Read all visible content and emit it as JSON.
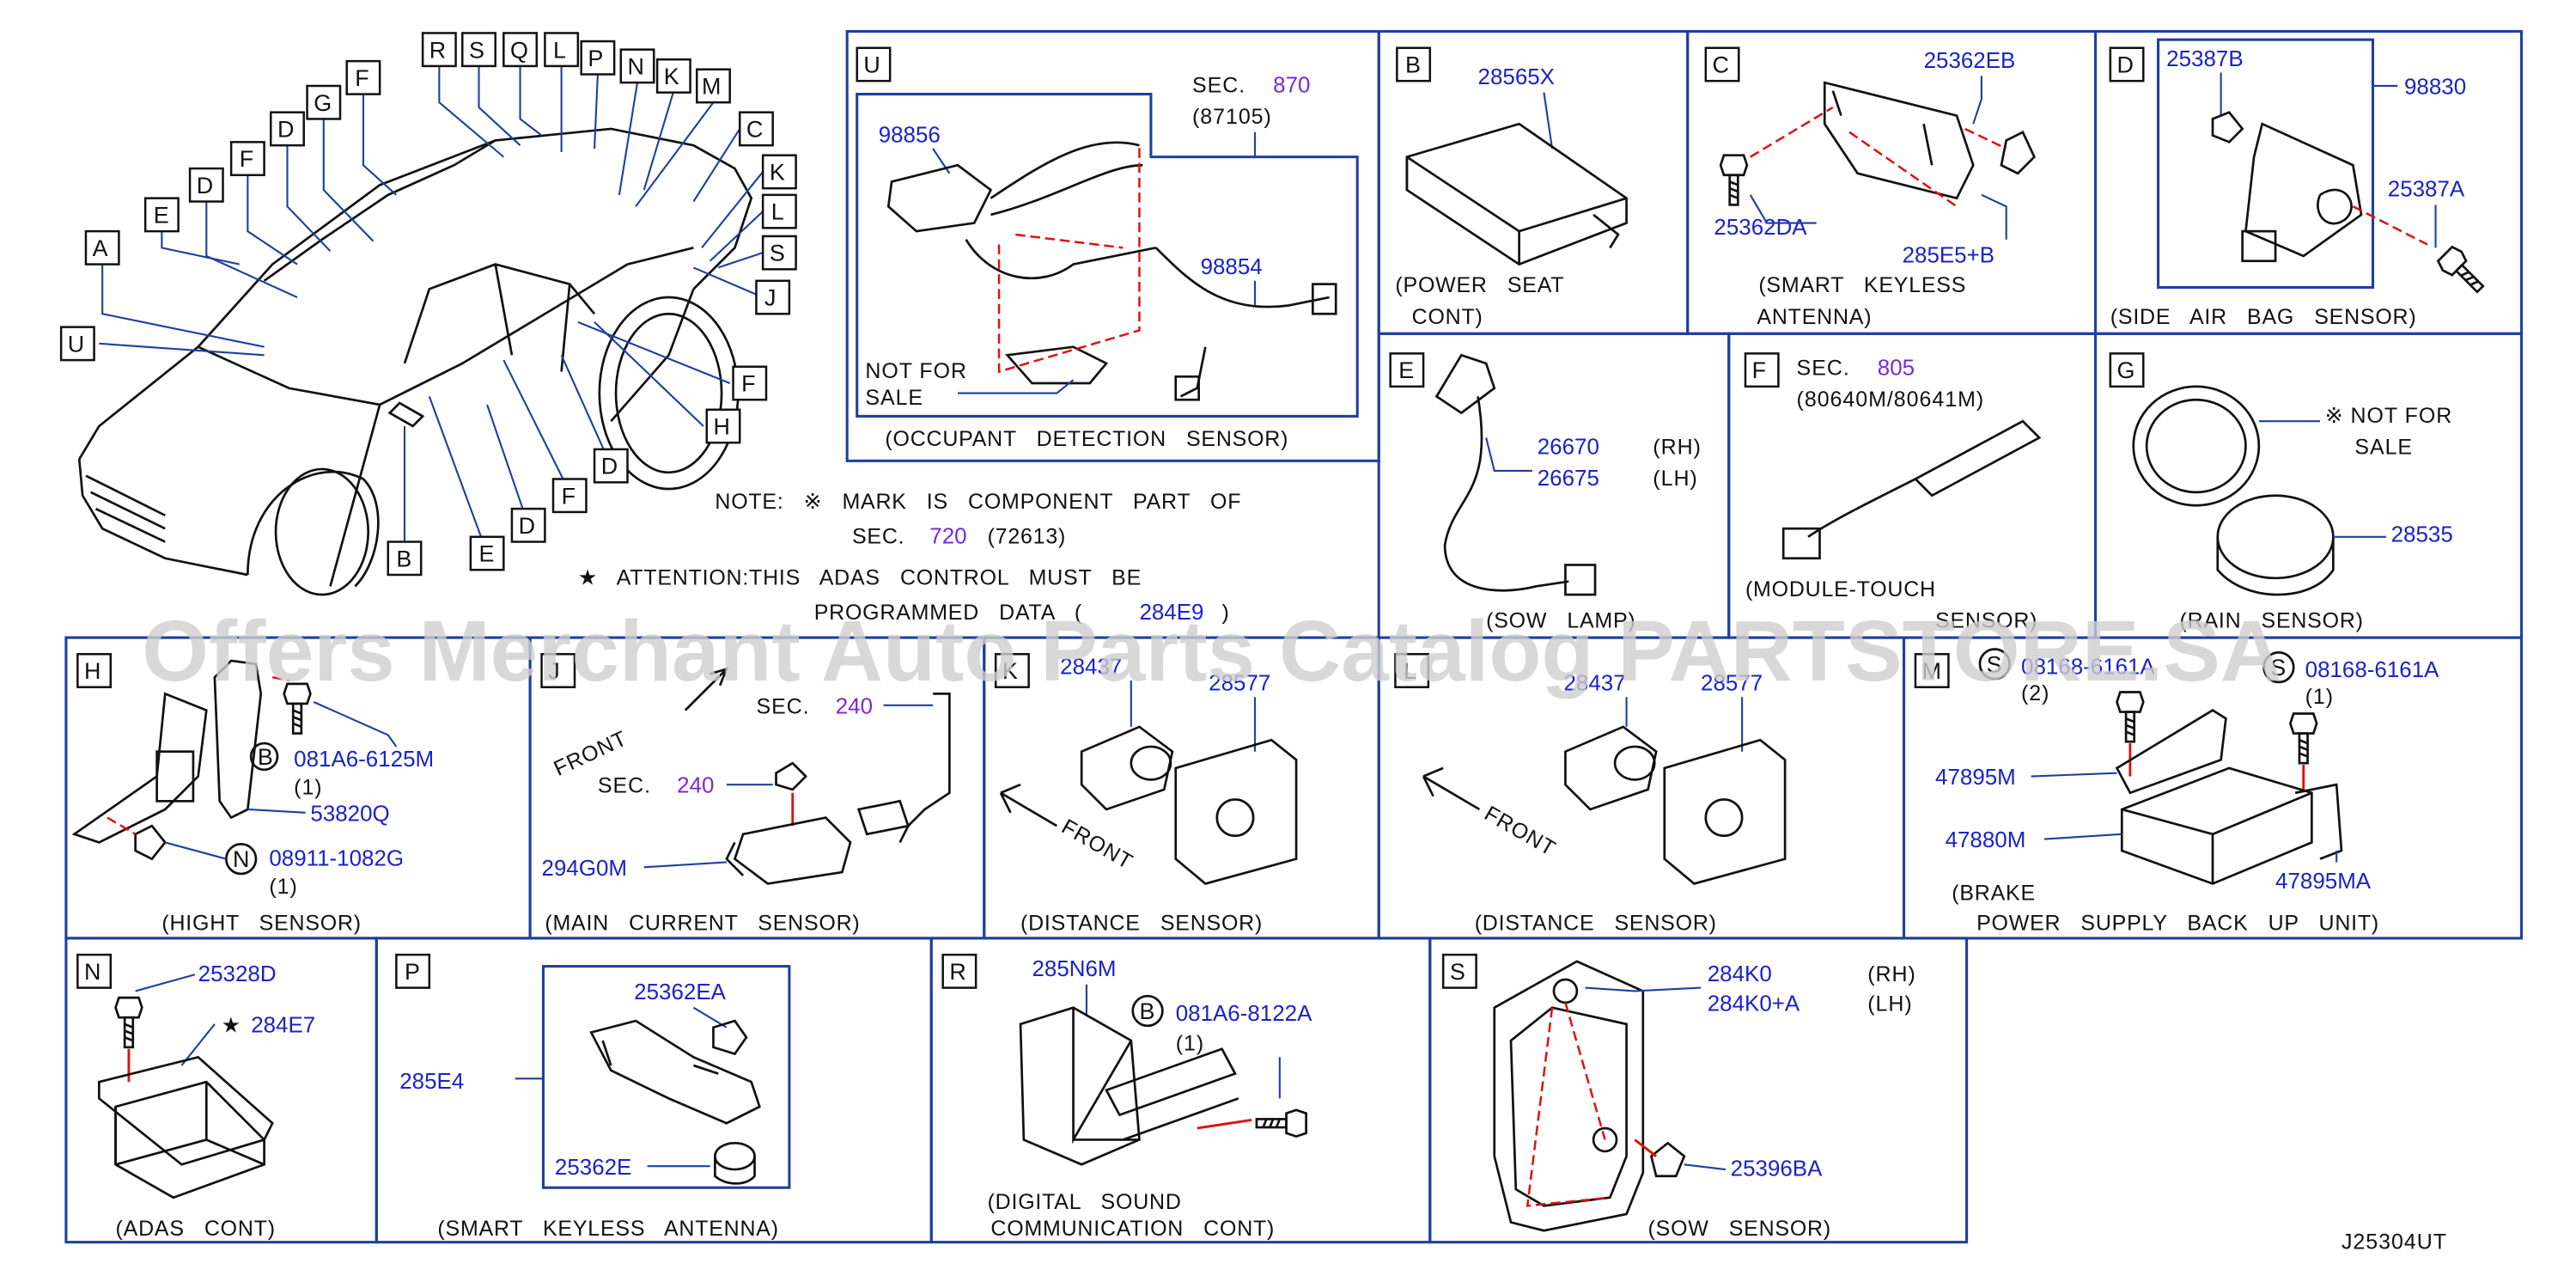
{
  "diagram_code": "J25304UT",
  "watermark": "Offers Merchant Auto Parts Catalog PARTSTORE.SA",
  "note": {
    "line1": "NOTE: ※ MARK IS COMPONENT PART OF",
    "sec_prefix": "SEC.",
    "sec_num": "720",
    "sec_ref": "(72613)",
    "attention1": "★ ATTENTION:THIS ADAS CONTROL MUST BE",
    "attention2_prefix": "PROGRAMMED DATA (",
    "attention2_part": "284E9",
    "attention2_suffix": ")"
  },
  "car_callouts": [
    "R",
    "S",
    "Q",
    "L",
    "P",
    "N",
    "K",
    "M",
    "F",
    "G",
    "D",
    "F",
    "D",
    "E",
    "A",
    "U",
    "C",
    "K",
    "L",
    "S",
    "J",
    "F",
    "H",
    "D",
    "F",
    "D",
    "E",
    "B"
  ],
  "panels": {
    "U": {
      "letter": "U",
      "title": "(OCCUPANT DETECTION SENSOR)",
      "sec_prefix": "SEC.",
      "sec_num": "870",
      "sec_ref": "(87105)",
      "parts": [
        "98856",
        "98854"
      ],
      "not_for_sale_1": "NOT FOR",
      "not_for_sale_2": "SALE"
    },
    "B": {
      "letter": "B",
      "title_1": "(POWER SEAT",
      "title_2": "CONT)",
      "parts": [
        "28565X"
      ]
    },
    "C": {
      "letter": "C",
      "title_1": "(SMART KEYLESS",
      "title_2": "ANTENNA)",
      "parts": [
        "25362EB",
        "25362DA",
        "285E5+B"
      ]
    },
    "D": {
      "letter": "D",
      "title": "(SIDE AIR BAG SENSOR)",
      "parts": [
        "25387B",
        "98830",
        "25387A"
      ]
    },
    "E": {
      "letter": "E",
      "title": "(SOW LAMP)",
      "parts": [
        "26670",
        "26675"
      ],
      "sides": [
        "(RH)",
        "(LH)"
      ]
    },
    "F": {
      "letter": "F",
      "title_1": "(MODULE-TOUCH",
      "title_2": "SENSOR)",
      "sec_prefix": "SEC.",
      "sec_num": "805",
      "sec_ref": "(80640M/80641M)"
    },
    "G": {
      "letter": "G",
      "title": "(RAIN SENSOR)",
      "not_for_sale_1": "※ NOT FOR",
      "not_for_sale_2": "SALE",
      "parts": [
        "28535"
      ]
    },
    "H": {
      "letter": "H",
      "title": "(HIGHT SENSOR)",
      "bolt_mark": "B",
      "bolt": "081A6-6125M",
      "bolt_qty": "(1)",
      "nut_mark": "N",
      "nut": "08911-1082G",
      "nut_qty": "(1)",
      "parts": [
        "53820Q"
      ]
    },
    "J": {
      "letter": "J",
      "title": "(MAIN CURRENT SENSOR)",
      "front": "FRONT",
      "sec_prefix": "SEC.",
      "sec_num_1": "240",
      "sec_num_2": "240",
      "parts": [
        "294G0M"
      ]
    },
    "K": {
      "letter": "K",
      "title": "(DISTANCE SENSOR)",
      "front": "FRONT",
      "parts": [
        "28437",
        "28577"
      ]
    },
    "L": {
      "letter": "L",
      "title": "(DISTANCE SENSOR)",
      "front": "FRONT",
      "parts": [
        "28437",
        "28577"
      ]
    },
    "M": {
      "letter": "M",
      "title_1": "(BRAKE",
      "title_2": "POWER SUPPLY BACK UP UNIT)",
      "screw1_mark": "S",
      "screw1": "08168-6161A",
      "screw1_qty": "(2)",
      "screw2_mark": "S",
      "screw2": "08168-6161A",
      "screw2_qty": "(1)",
      "parts": [
        "47895M",
        "47880M",
        "47895MA"
      ]
    },
    "N": {
      "letter": "N",
      "title": "(ADAS CONT)",
      "parts": [
        "25328D",
        "284E7"
      ],
      "star": "★"
    },
    "P": {
      "letter": "P",
      "title": "(SMART KEYLESS ANTENNA)",
      "parts": [
        "25362EA",
        "285E4",
        "25362E"
      ]
    },
    "R": {
      "letter": "R",
      "title_1": "(DIGITAL SOUND",
      "title_2": "COMMUNICATION CONT)",
      "bolt_mark": "B",
      "bolt": "081A6-8122A",
      "bolt_qty": "(1)",
      "parts": [
        "285N6M"
      ]
    },
    "S": {
      "letter": "S",
      "title": "(SOW SENSOR)",
      "parts": [
        "284K0",
        "284K0+A",
        "25396BA"
      ],
      "sides": [
        "(RH)",
        "(LH)"
      ]
    }
  }
}
